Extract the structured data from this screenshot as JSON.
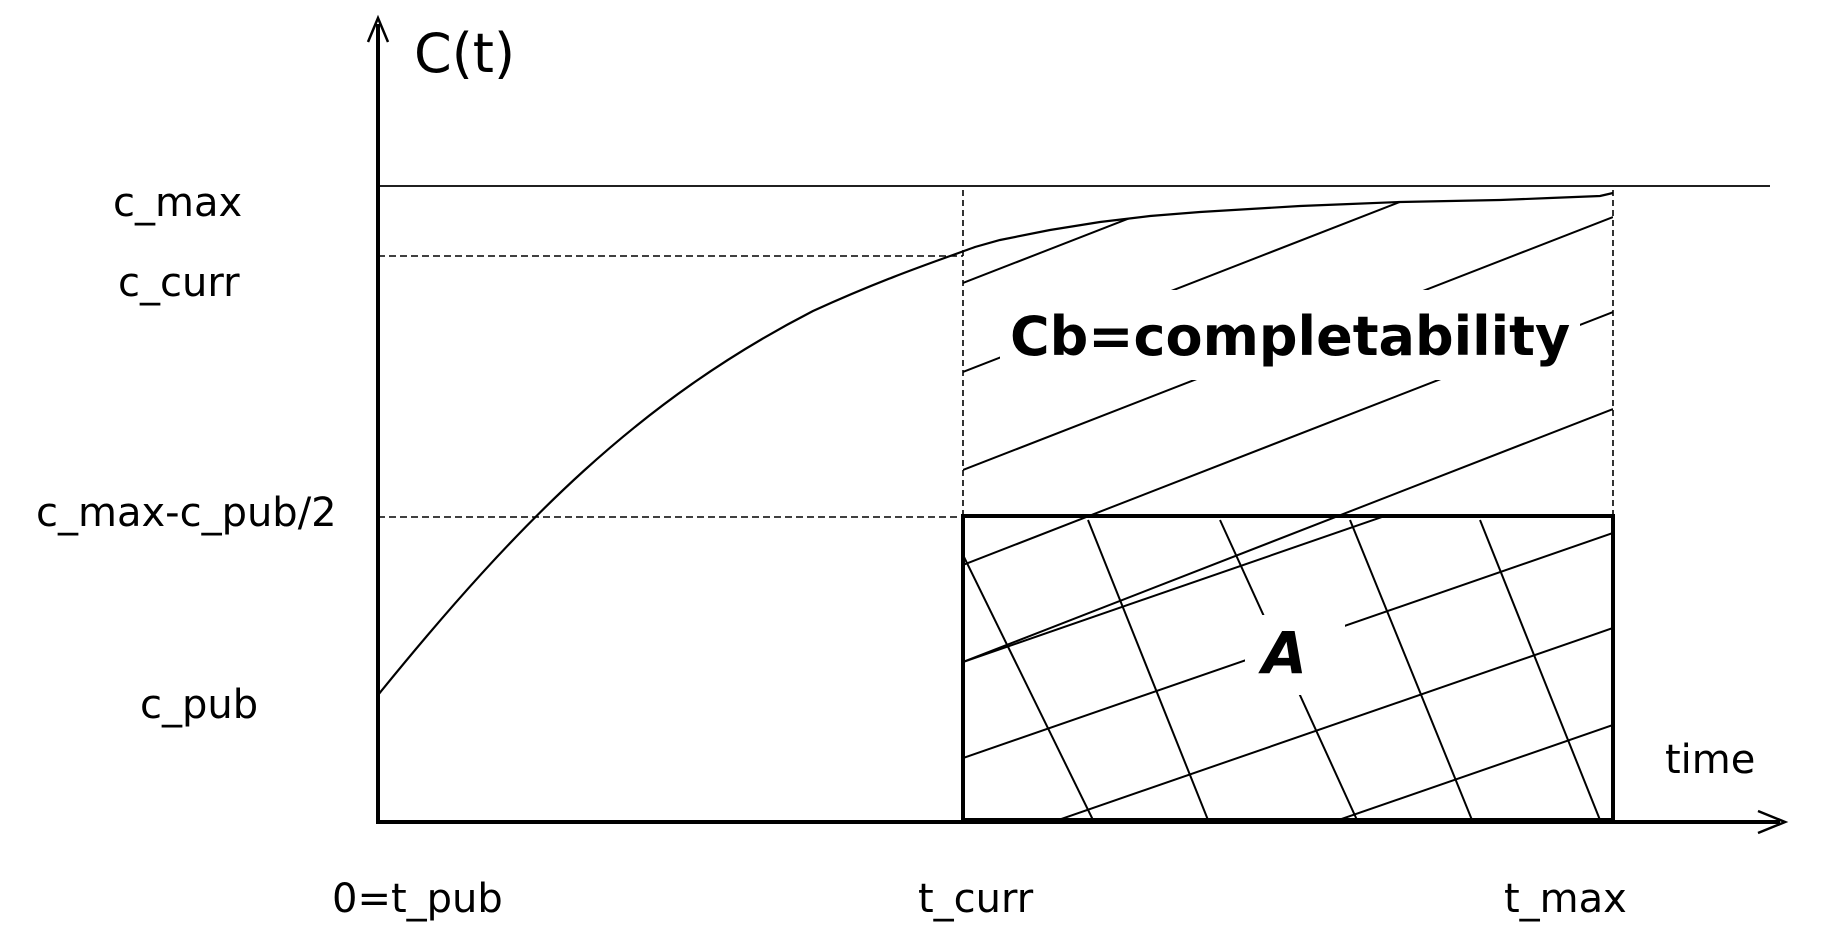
{
  "diagram": {
    "y_axis_label": "C(t)",
    "x_axis_label": "time",
    "y_ticks": {
      "c_max": "c_max",
      "c_curr": "c_curr",
      "c_mid": "c_max-c_pub/2",
      "c_pub": "c_pub"
    },
    "x_ticks": {
      "t_pub": "0=t_pub",
      "t_curr": "t_curr",
      "t_max": "t_max"
    },
    "regions": {
      "completability": "Cb=completability",
      "area": "A"
    }
  }
}
